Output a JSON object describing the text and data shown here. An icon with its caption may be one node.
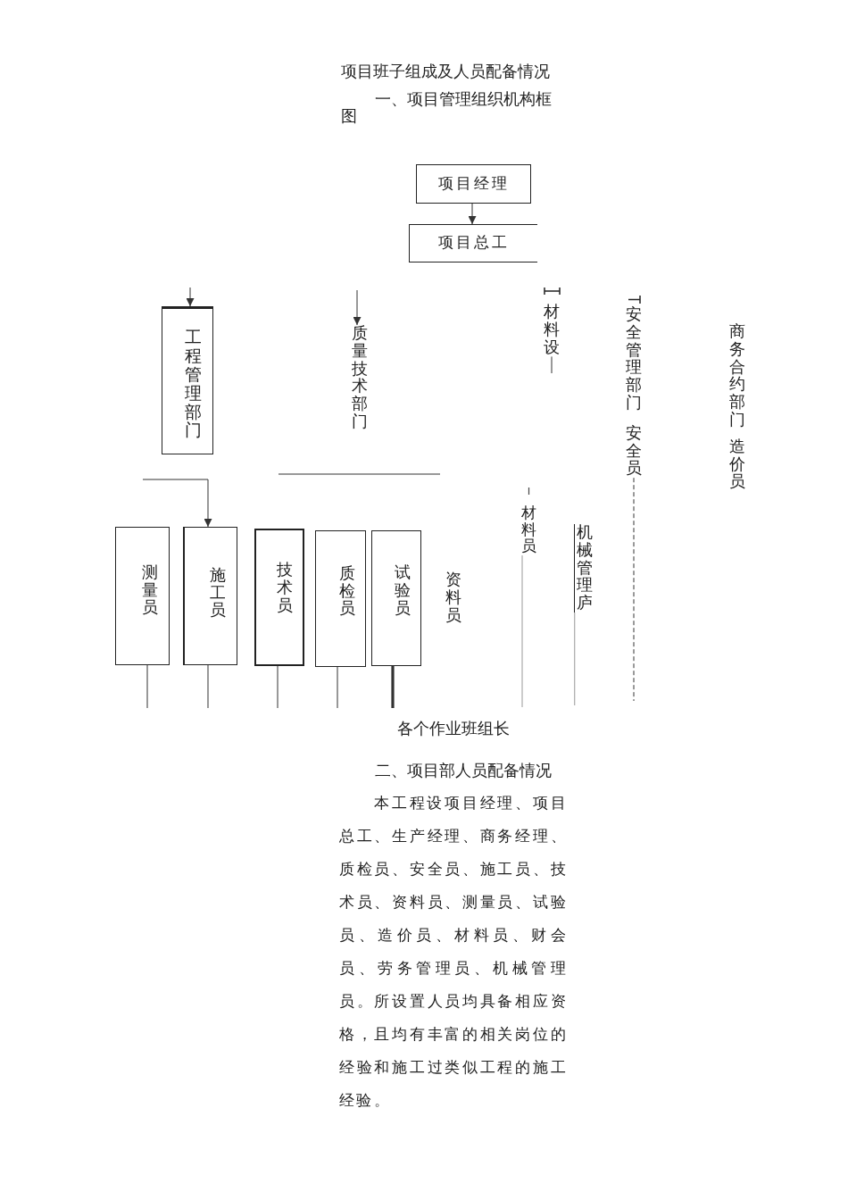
{
  "diagram": {
    "title": "项目班子组成及人员配备情况",
    "nodes": [
      {
        "text": [
          "项目经理"
        ]
      },
      {
        "text": [
          "项目总工"
        ]
      },
      {
        "text": [
          "工程管理部门"
        ]
      },
      {
        "text": [
          "质量技术部门"
        ]
      },
      {
        "text": [
          "材料设"
        ]
      },
      {
        "text": [
          "安全管理部门",
          "安全员"
        ]
      },
      {
        "text": [
          "商务合约部门",
          "造价员"
        ]
      },
      {
        "text": [
          "测量员"
        ]
      },
      {
        "text": [
          "施工员"
        ]
      },
      {
        "text": [
          "技术员"
        ]
      },
      {
        "text": [
          "质检员"
        ]
      },
      {
        "text": [
          "试验员"
        ]
      },
      {
        "text": [
          "资料员"
        ]
      },
      {
        "text": [
          "材料员"
        ]
      },
      {
        "text": [
          "机械管理庐"
        ]
      }
    ],
    "edges": [
      {
        "from": 0,
        "to": 1,
        "arrow": "to"
      },
      {
        "from": null,
        "to": 2,
        "arrow": "to"
      },
      {
        "from": null,
        "to": 3,
        "arrow": "to"
      },
      {
        "from": null,
        "to": 8,
        "arrow": "to"
      },
      {
        "from": 4,
        "to": null,
        "arrow": "none"
      },
      {
        "from": 5,
        "to": null,
        "arrow": "none",
        "style": "dashed"
      },
      {
        "from": 7,
        "to": null,
        "arrow": "none"
      },
      {
        "from": 8,
        "to": null,
        "arrow": "none"
      },
      {
        "from": 9,
        "to": null,
        "arrow": "none"
      },
      {
        "from": 10,
        "to": null,
        "arrow": "none"
      },
      {
        "from": 11,
        "to": null,
        "arrow": "none",
        "style": "thick"
      },
      {
        "from": 13,
        "to": null,
        "arrow": "none",
        "color": "#999999"
      },
      {
        "from": 14,
        "to": null,
        "arrow": "none",
        "color": "#999999"
      }
    ],
    "labels": [
      "一、项目管理组织机构框图",
      "各个作业班组长",
      "二、项目部人员配备情况",
      "本工程设项目经理、项目总工、生产经理、商务经理、质检员、安全员、施工员、技术员、资料员、测量员、试验员、造价员、材料员、财会员、劳务管理员、机械管理员。所设置人员均具备相应资格，且均有丰富的相关岗位的经验和施工过类似工程的施工经验。"
    ]
  }
}
